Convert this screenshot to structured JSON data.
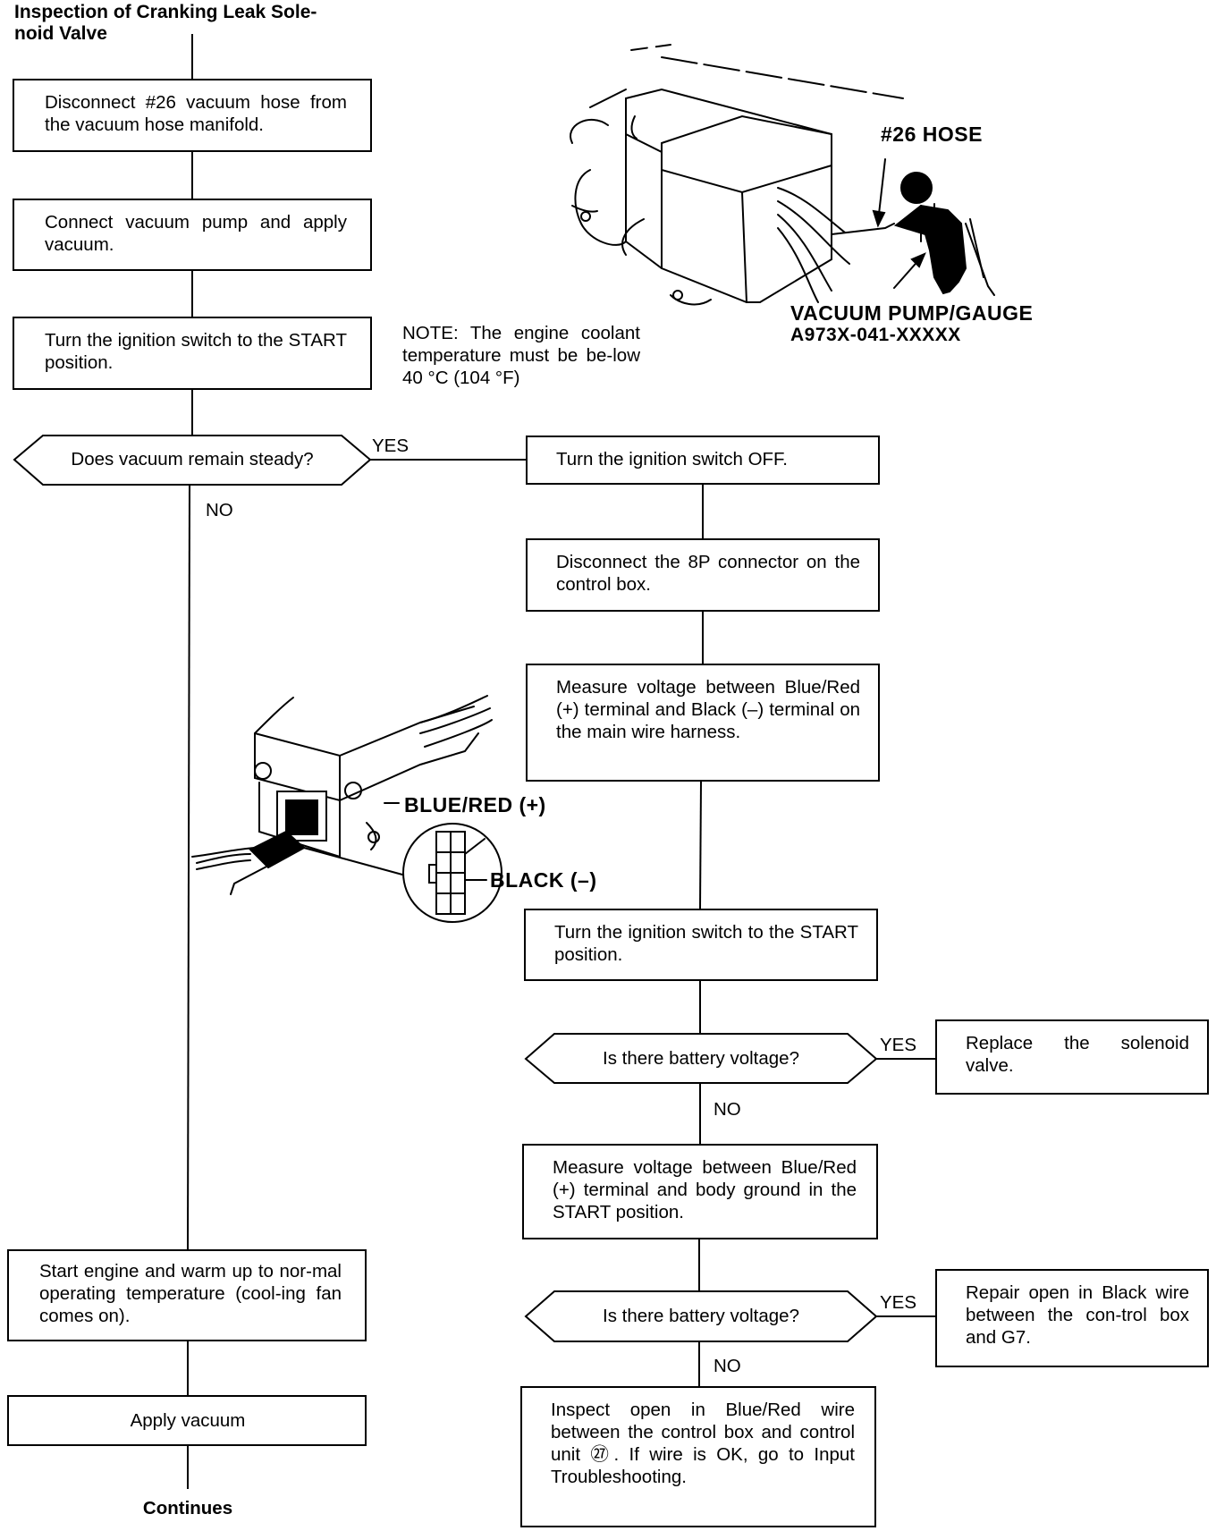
{
  "title": "Inspection of Cranking Leak Sole-\nnoid Valve",
  "note": "NOTE: The engine coolant temperature must be be-low 40 °C (104 °F)",
  "steps": {
    "s1": "Disconnect #26 vacuum hose from the vacuum hose manifold.",
    "s2": "Connect vacuum pump and apply vacuum.",
    "s3": "Turn the ignition switch to the START position.",
    "q1": "Does vacuum remain steady?",
    "r1": "Turn the ignition switch OFF.",
    "r2": "Disconnect the 8P connector on the control box.",
    "r3": "Measure voltage between Blue/Red (+) terminal and Black (–) terminal on the main wire harness.",
    "r4": "Turn the ignition switch to the START position.",
    "q2": "Is there battery voltage?",
    "rep1": "Replace the solenoid valve.",
    "r5": "Measure voltage between Blue/Red (+) terminal and body ground in the START position.",
    "q3": "Is there battery voltage?",
    "rep2": "Repair open in Black wire between the con-trol box and G7.",
    "r6": "Inspect open in Blue/Red wire between the control box and control unit ㉗. If wire is OK, go to Input Troubleshooting.",
    "l1": "Start engine and warm up to nor-mal operating temperature (cool-ing fan comes on).",
    "l2": "Apply vacuum"
  },
  "branches": {
    "yes": "YES",
    "no": "NO"
  },
  "continues": "Continues",
  "labels": {
    "hose": "#26 HOSE",
    "pump": "VACUUM PUMP/GAUGE",
    "pump_part": "A973X-041-XXXXX",
    "blue_red": "BLUE/RED (+)",
    "black": "BLACK (–)"
  }
}
